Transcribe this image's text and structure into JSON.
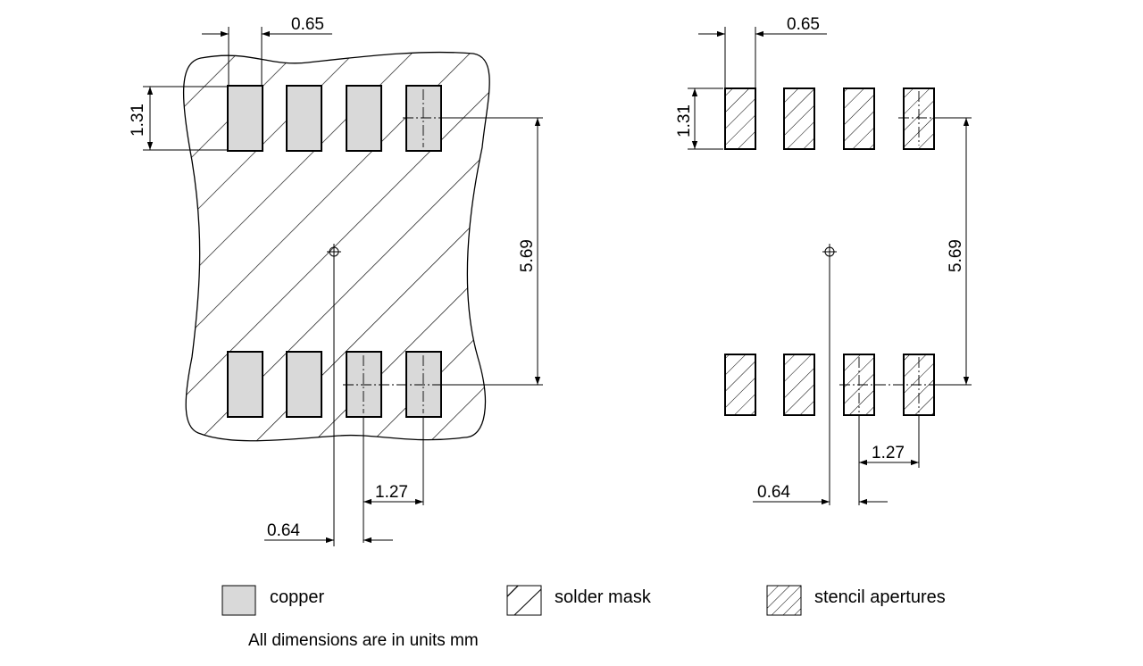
{
  "left_view": {
    "dim_pad_width": "0.65",
    "dim_pad_height": "1.31",
    "dim_row_spacing": "5.69",
    "dim_pitch": "1.27",
    "dim_center_offset": "0.64"
  },
  "right_view": {
    "dim_pad_width": "0.65",
    "dim_pad_height": "1.31",
    "dim_row_spacing": "5.69",
    "dim_pitch": "1.27",
    "dim_center_offset": "0.64"
  },
  "legend": {
    "copper": "copper",
    "solder_mask": "solder mask",
    "stencil": "stencil apertures"
  },
  "note": "All dimensions are in units mm",
  "colors": {
    "copper_fill": "#d9d9d9",
    "line": "#000000"
  }
}
